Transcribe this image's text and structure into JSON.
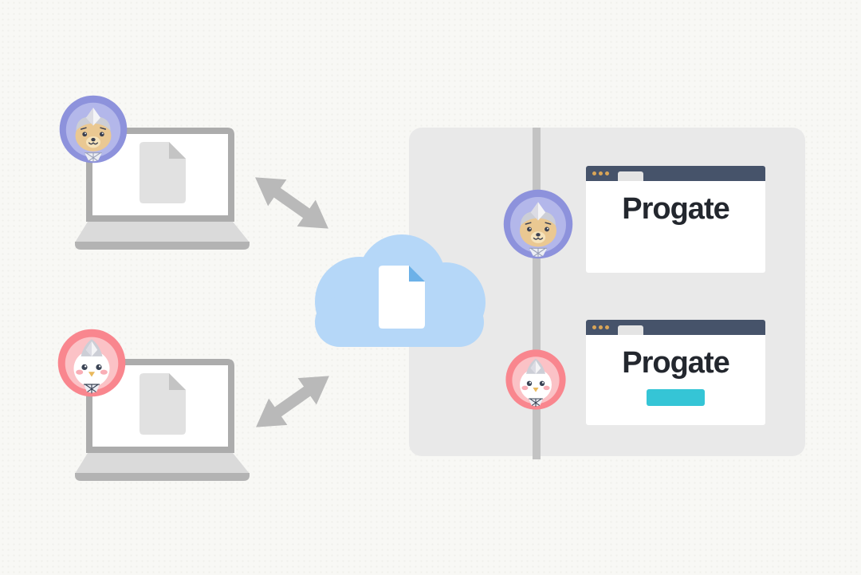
{
  "illustration": {
    "background_color": "#f8f8f5",
    "workstations": [
      {
        "name": "laptop-top",
        "avatar": "purple-hooded-ninja-dog",
        "avatar_colors": {
          "ring": "#8d92dc",
          "hood": "#b3b7ea",
          "face": "#eac892"
        },
        "screen_icon": "document-icon",
        "document_color": "#e1e1e1"
      },
      {
        "name": "laptop-bottom",
        "avatar": "pink-hooded-ninja-bird",
        "avatar_colors": {
          "ring": "#f9868e",
          "hood": "#fbc2c6",
          "face": "#ffffff"
        },
        "screen_icon": "document-icon",
        "document_color": "#e1e1e1"
      }
    ],
    "sync_arrows": [
      {
        "name": "sync-arrow-top",
        "direction": "nw-se",
        "color": "#b9b9b9"
      },
      {
        "name": "sync-arrow-bottom",
        "direction": "sw-ne",
        "color": "#b9b9b9"
      }
    ],
    "cloud": {
      "name": "cloud-storage",
      "color": "#b5d7f8",
      "icon": "document-icon",
      "document_fold_color": "#6cb1e8"
    },
    "remote_panel": {
      "background_color": "#e9e9e9",
      "timeline_color": "#c3c3c3",
      "sessions": [
        {
          "avatar": "purple-hooded-ninja-dog",
          "browser": {
            "titlebar_color": "#46536a",
            "dots_color": "#d9a557",
            "page_title": "Progate"
          }
        },
        {
          "avatar": "pink-hooded-ninja-bird",
          "browser": {
            "titlebar_color": "#46536a",
            "dots_color": "#d9a557",
            "page_title": "Progate",
            "button_color": "#35c5d6"
          }
        }
      ]
    }
  }
}
